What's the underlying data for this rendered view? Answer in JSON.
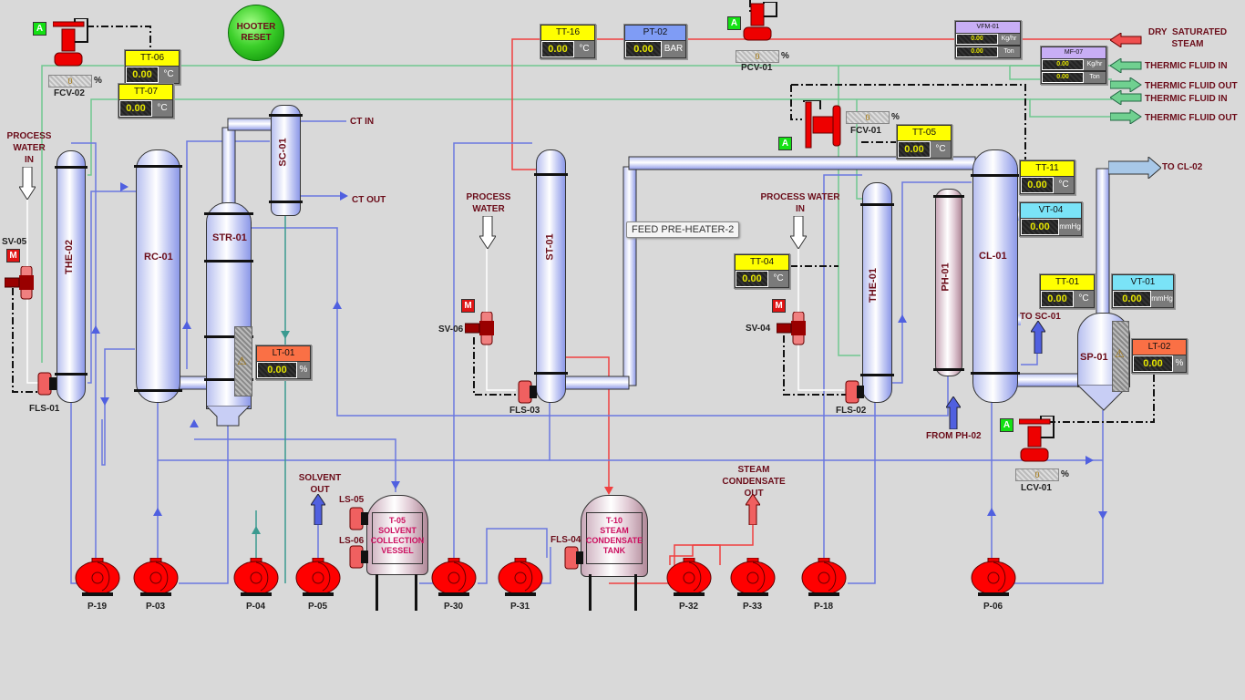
{
  "controls": {
    "hooter_reset": "HOOTER RESET",
    "tooltip": "FEED PRE-HEATER-2"
  },
  "vessels": {
    "the02": "THE-02",
    "rc01": "RC-01",
    "str01": "STR-01",
    "sc01": "SC-01",
    "st01": "ST-01",
    "the01": "THE-01",
    "ph01": "PH-01",
    "cl01": "CL-01",
    "sp01": "SP-01",
    "t05": "T-05\nSOLVENT\nCOLLECTION\nVESSEL",
    "t10": "T-10\nSTEAM\nCONDENSATE\nTANK"
  },
  "transmitters": {
    "tt06": {
      "tag": "TT-06",
      "value": "0.00",
      "unit": "°C"
    },
    "tt07": {
      "tag": "TT-07",
      "value": "0.00",
      "unit": "°C"
    },
    "tt16": {
      "tag": "TT-16",
      "value": "0.00",
      "unit": "°C"
    },
    "pt02": {
      "tag": "PT-02",
      "value": "0.00",
      "unit": "BAR"
    },
    "tt05": {
      "tag": "TT-05",
      "value": "0.00",
      "unit": "°C"
    },
    "tt11": {
      "tag": "TT-11",
      "value": "0.00",
      "unit": "°C"
    },
    "vt04": {
      "tag": "VT-04",
      "value": "0.00",
      "unit": "mmHg"
    },
    "tt04": {
      "tag": "TT-04",
      "value": "0.00",
      "unit": "°C"
    },
    "tt01": {
      "tag": "TT-01",
      "value": "0.00",
      "unit": "°C"
    },
    "vt01": {
      "tag": "VT-01",
      "value": "0.00",
      "unit": "mmHg"
    },
    "lt01": {
      "tag": "LT-01",
      "value": "0.00",
      "unit": "%"
    },
    "lt02": {
      "tag": "LT-02",
      "value": "0.00",
      "unit": "%"
    }
  },
  "flowmeters": {
    "vfm01": {
      "tag": "VFM-01",
      "rate": "0.00",
      "rate_unit": "Kg/hr",
      "total": "0.00",
      "total_unit": "Ton"
    },
    "mf07": {
      "tag": "MF-07",
      "rate": "0.00",
      "rate_unit": "Kg/hr",
      "total": "0.00",
      "total_unit": "Ton"
    }
  },
  "control_valves": {
    "fcv02": {
      "tag": "FCV-02",
      "mode": "A",
      "opening": "0",
      "unit": "%"
    },
    "pcv01": {
      "tag": "PCV-01",
      "mode": "A",
      "opening": "0",
      "unit": "%"
    },
    "fcv01": {
      "tag": "FCV-01",
      "mode": "A",
      "opening": "0",
      "unit": "%"
    },
    "lcv01": {
      "tag": "LCV-01",
      "mode": "A",
      "opening": "0",
      "unit": "%"
    }
  },
  "solenoid_valves": {
    "sv05": {
      "tag": "SV-05",
      "mode": "M"
    },
    "sv06": {
      "tag": "SV-06",
      "mode": "M"
    },
    "sv04": {
      "tag": "SV-04",
      "mode": "M"
    }
  },
  "switches": {
    "fls01": "FLS-01",
    "fls02": "FLS-02",
    "fls03": "FLS-03",
    "fls04": "FLS-04",
    "ls05": "LS-05",
    "ls06": "LS-06"
  },
  "pumps": [
    "P-19",
    "P-03",
    "P-04",
    "P-05",
    "P-30",
    "P-31",
    "P-32",
    "P-33",
    "P-18",
    "P-06"
  ],
  "streams": {
    "dry_steam": "DRY  SATURATED\nSTEAM",
    "tf_in_1": "THERMIC FLUID IN",
    "tf_out_1": "THERMIC FLUID OUT",
    "tf_in_2": "THERMIC FLUID IN",
    "tf_out_2": "THERMIC FLUID OUT",
    "to_cl02": "TO CL-02",
    "process_water_in_left": "PROCESS\nWATER\nIN",
    "process_water_mid": "PROCESS\nWATER",
    "process_water_in_right": "PROCESS WATER\nIN",
    "ct_in": "CT IN",
    "ct_out": "CT OUT",
    "to_sc01": "TO  SC-01",
    "from_ph02": "FROM PH-02",
    "solvent_out": "SOLVENT\nOUT",
    "steam_condensate_out": "STEAM\nCONDENSATE\nOUT"
  },
  "colors": {
    "process_line": "#6a78e0",
    "steam_line": "#f04040",
    "thermic_line": "#70c890",
    "ct_line": "#3a9a90",
    "pump": "#ff0000",
    "label": "#6b0d1a"
  }
}
